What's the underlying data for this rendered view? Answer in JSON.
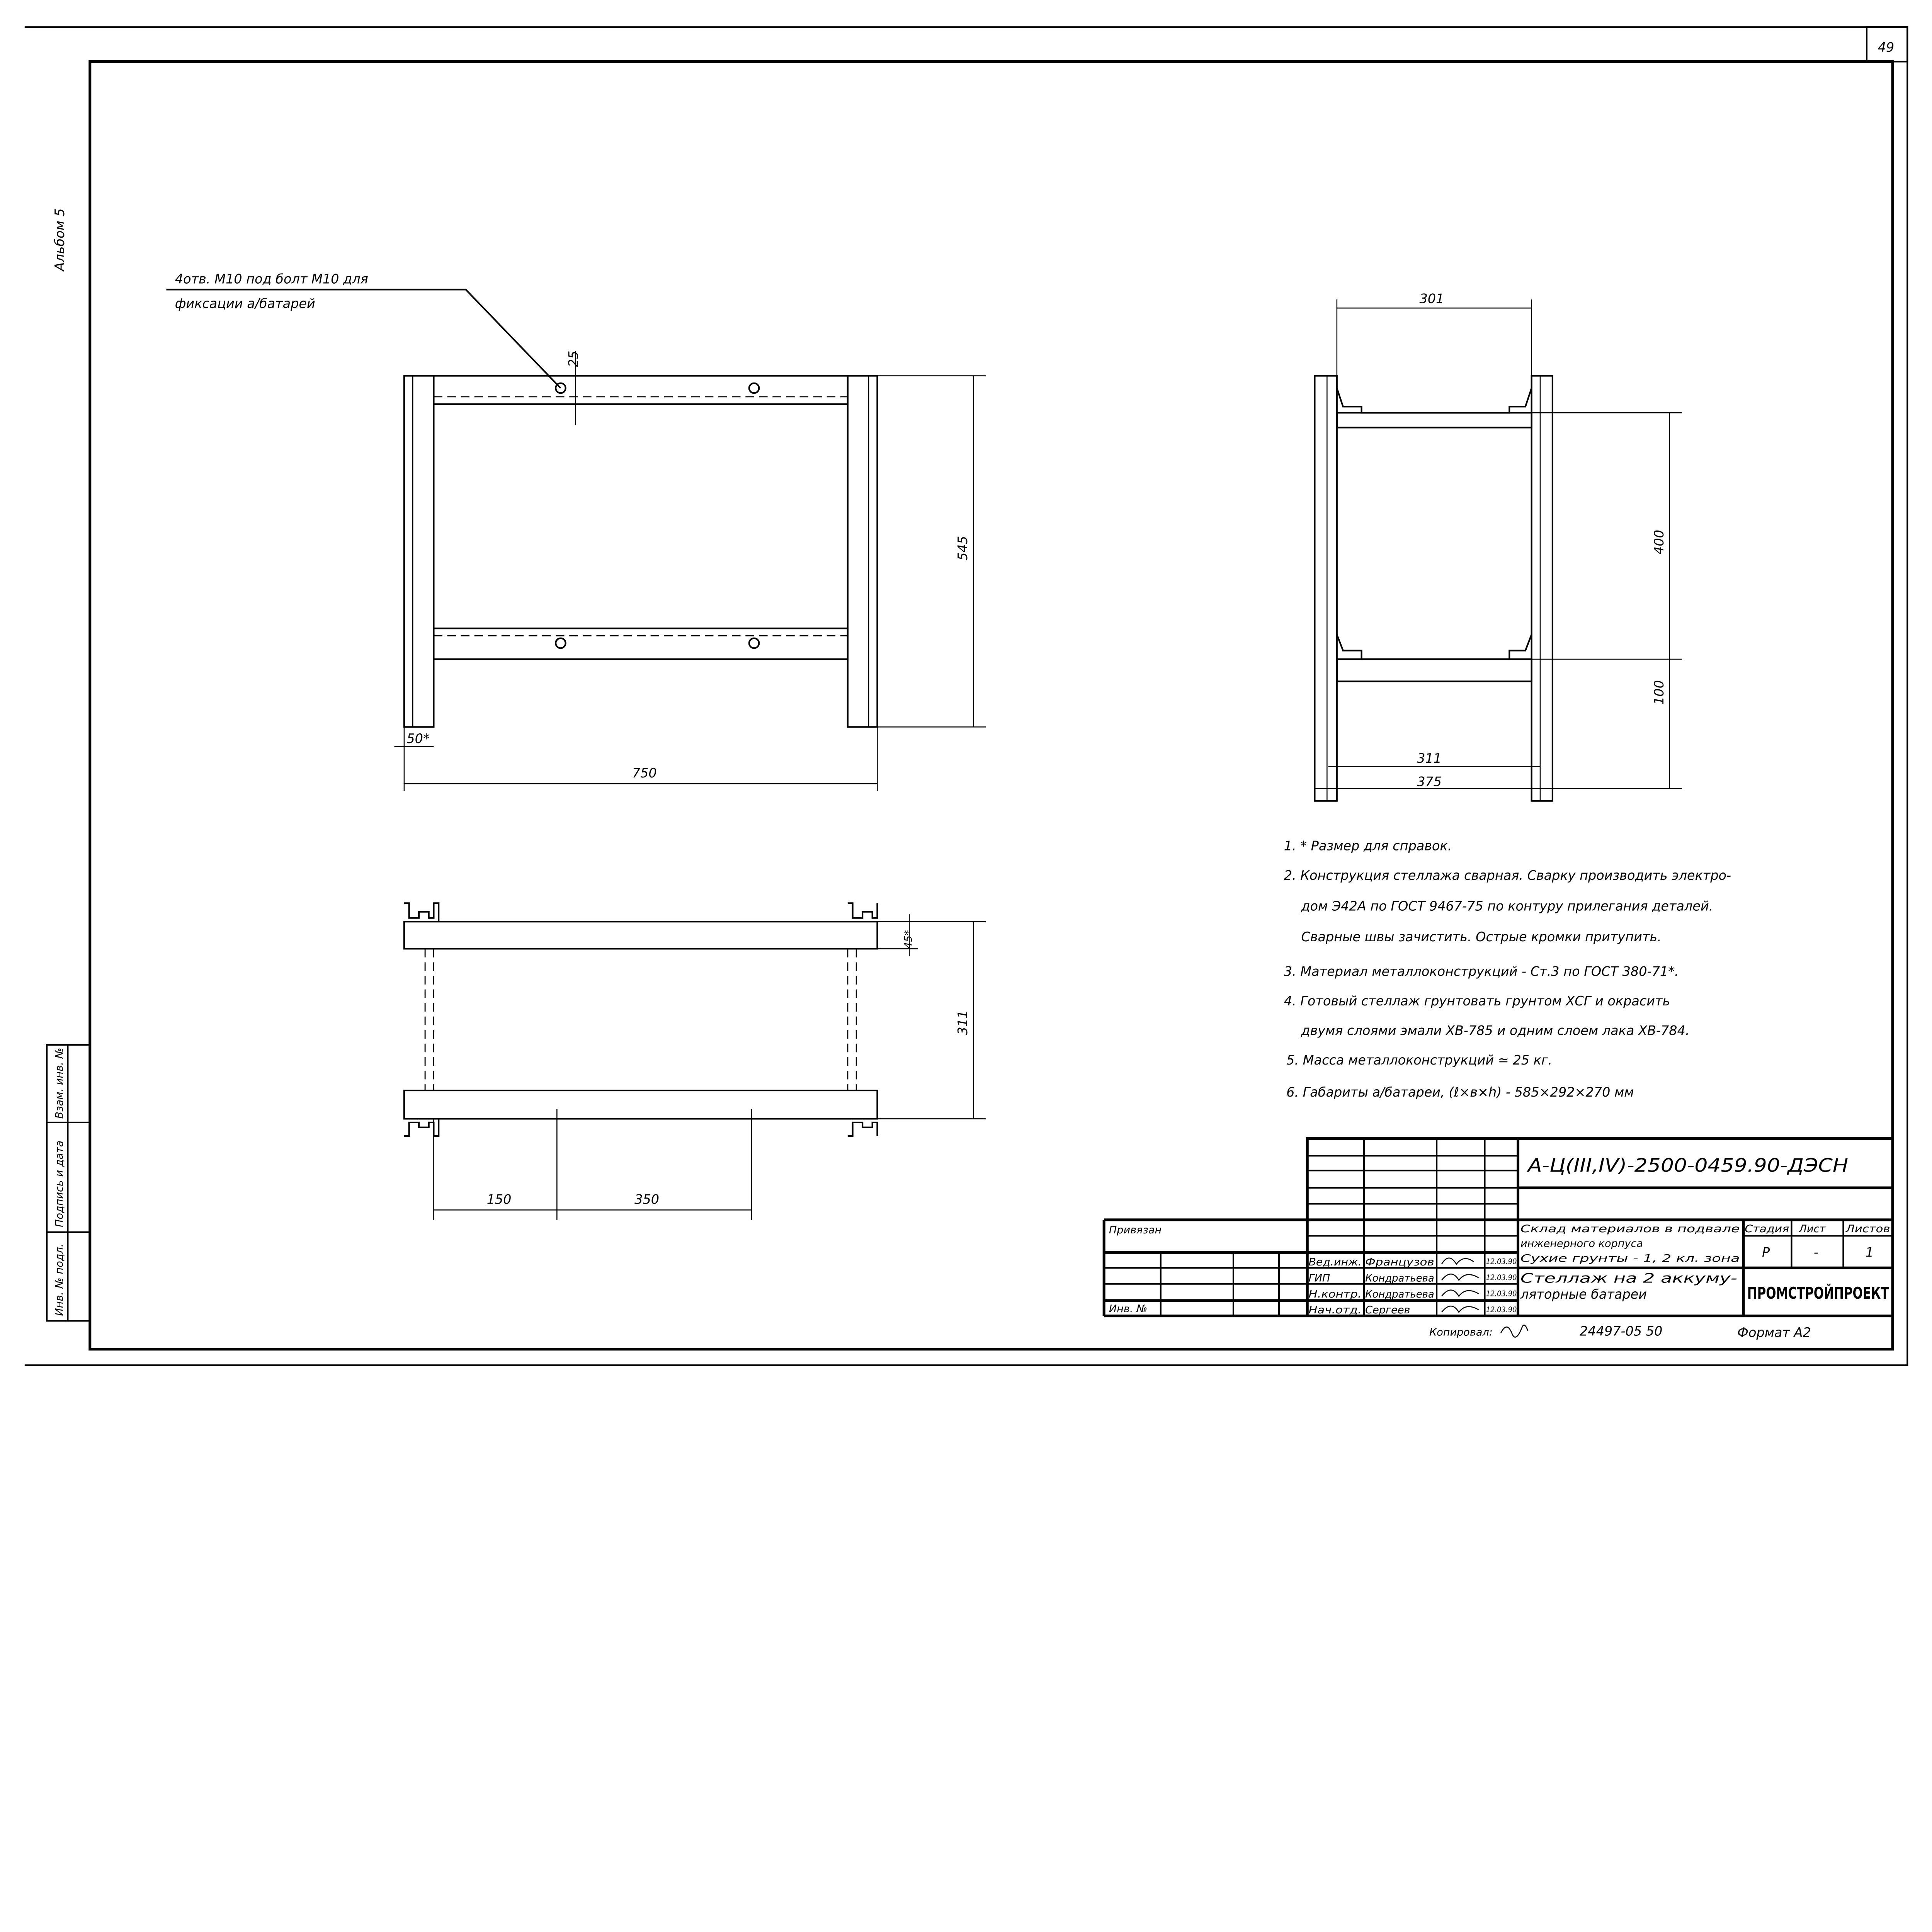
{
  "sheet_number": "49",
  "album": "Альбом 5",
  "annotation": {
    "line1": "4отв. М10 под болт М10 для",
    "line2": "фиксации а/батарей"
  },
  "front_view": {
    "dim_height": "545",
    "dim_width": "750",
    "dim_post": "50*",
    "dim_hole": "25"
  },
  "side_view": {
    "dim_top": "301",
    "dim_span": "400",
    "dim_bottom": "100",
    "dim_inner": "311",
    "dim_outer": "375"
  },
  "plan_view": {
    "dim_flange": "45*",
    "dim_depth": "311",
    "dim_a": "150",
    "dim_b": "350"
  },
  "notes": [
    "1. * Размер для справок.",
    "2. Конструкция стеллажа сварная. Сварку производить электро-",
    "дом Э42А по ГОСТ 9467-75 по контуру прилегания деталей.",
    "Сварные швы зачистить. Острые кромки притупить.",
    "3. Материал металлоконструкций - Ст.3 по ГОСТ 380-71*.",
    "4. Готовый стеллаж грунтовать грунтом ХСГ и окрасить",
    "двумя слоями эмали ХВ-785 и одним слоем лака ХВ-784.",
    "5. Масса металлоконструкций ≃ 25 кг.",
    "6. Габариты а/батареи, (ℓ×в×h) - 585×292×270 мм"
  ],
  "title_block": {
    "code": "А-Ц(III,IV)-2500-0459.90-ДЭСН",
    "project": [
      "Склад материалов в подвале",
      "инженерного корпуса",
      "Сухие грунты - 1, 2 кл. зона"
    ],
    "drawing_title": [
      "Стеллаж на 2 аккуму-",
      "ляторные батареи"
    ],
    "stage_label": "Стадия",
    "sheet_label": "Лист",
    "sheets_label": "Листов",
    "stage": "Р",
    "sheet": "-",
    "sheets": "1",
    "firm": "ПРОМСТРОЙПРОЕКТ",
    "linked_label": "Привязан",
    "inv_label": "Инв. №",
    "staff": [
      {
        "role": "Вед.инж.",
        "name": "Французов",
        "date": "12.03.90"
      },
      {
        "role": "ГИП",
        "name": "Кондратьева",
        "date": "12.03.90"
      },
      {
        "role": "Н.контр.",
        "name": "Кондратьева",
        "date": "12.03.90"
      },
      {
        "role": "Нач.отд.",
        "name": "Сергеев",
        "date": "12.03.90"
      }
    ]
  },
  "margin_stamp": {
    "replace_inv": "Взам. инв. №",
    "signature_date": "Подпись и дата",
    "orig_inv": "Инв. № подл."
  },
  "footer": {
    "copied_label": "Копировал:",
    "order": "24497-05  50",
    "format": "Формат А2"
  }
}
